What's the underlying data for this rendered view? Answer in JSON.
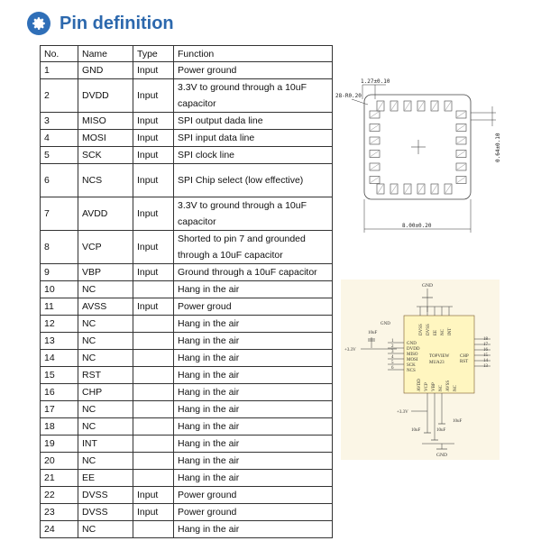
{
  "header": {
    "title": "Pin definition",
    "icon": "gear-icon"
  },
  "table": {
    "columns": [
      "No.",
      "Name",
      "Type",
      "Function"
    ],
    "rows": [
      {
        "no": "1",
        "name": "GND",
        "type": "Input",
        "func": "Power ground"
      },
      {
        "no": "2",
        "name": "DVDD",
        "type": "Input",
        "func": "3.3V to ground through a 10uF capacitor"
      },
      {
        "no": "3",
        "name": "MISO",
        "type": "Input",
        "func": "SPI output dada line"
      },
      {
        "no": "4",
        "name": "MOSI",
        "type": "Input",
        "func": "SPI input data line"
      },
      {
        "no": "5",
        "name": "SCK",
        "type": "Input",
        "func": "SPI clock line"
      },
      {
        "no": "6",
        "name": "NCS",
        "type": "Input",
        "func": "SPI Chip select (low effective)"
      },
      {
        "no": "7",
        "name": "AVDD",
        "type": "Input",
        "func": "3.3V to ground through a 10uF capacitor"
      },
      {
        "no": "8",
        "name": "VCP",
        "type": "Input",
        "func": "Shorted to pin 7 and grounded through a 10uF capacitor"
      },
      {
        "no": "9",
        "name": "VBP",
        "type": "Input",
        "func": "Ground through a 10uF capacitor"
      },
      {
        "no": "10",
        "name": "NC",
        "type": "",
        "func": "Hang in the air"
      },
      {
        "no": "11",
        "name": "AVSS",
        "type": "Input",
        "func": "Power groud"
      },
      {
        "no": "12",
        "name": "NC",
        "type": "",
        "func": "Hang in the air"
      },
      {
        "no": "13",
        "name": "NC",
        "type": "",
        "func": "Hang in the air"
      },
      {
        "no": "14",
        "name": "NC",
        "type": "",
        "func": "Hang in the air"
      },
      {
        "no": "15",
        "name": "RST",
        "type": "",
        "func": "Hang in the air"
      },
      {
        "no": "16",
        "name": "CHP",
        "type": "",
        "func": "Hang in the air"
      },
      {
        "no": "17",
        "name": "NC",
        "type": "",
        "func": "Hang in the air"
      },
      {
        "no": "18",
        "name": "NC",
        "type": "",
        "func": "Hang in the air"
      },
      {
        "no": "19",
        "name": "INT",
        "type": "",
        "func": "Hang in the air"
      },
      {
        "no": "20",
        "name": "NC",
        "type": "",
        "func": "Hang in the air"
      },
      {
        "no": "21",
        "name": "EE",
        "type": "",
        "func": "Hang in the air"
      },
      {
        "no": "22",
        "name": "DVSS",
        "type": "Input",
        "func": "Power ground"
      },
      {
        "no": "23",
        "name": "DVSS",
        "type": "Input",
        "func": "Power ground"
      },
      {
        "no": "24",
        "name": "NC",
        "type": "",
        "func": "Hang in the air"
      }
    ],
    "tall_rows": [
      "2",
      "6",
      "7",
      "8"
    ]
  },
  "package_drawing": {
    "dim_pitch": "1.27±0.10",
    "dim_pad": "28-R0.20",
    "dim_height": "0.64±0.10",
    "dim_width": "8.00±0.20"
  },
  "schematic": {
    "gnd_top": "GND",
    "gnd_left": "GND",
    "gnd_bottom": "GND",
    "cap_left": "10uF",
    "cap_bottom_left": "10uF",
    "cap_bottom_mid": "10uF",
    "cap_bottom_right": "10uF",
    "supply_left": "+3.3V",
    "supply_bottom": "+3.3V",
    "chip_name": "MUA23",
    "chip_view": "TOPVIEW",
    "left_pins": [
      "GND",
      "DVDD",
      "MISO",
      "MOSI",
      "SCK",
      "NCS"
    ],
    "left_pin_numbers": [
      "1",
      "2",
      "3",
      "4",
      "5",
      "6"
    ],
    "right_pins": [
      "CHP",
      "RST"
    ],
    "right_pin_numbers": [
      "18",
      "17",
      "16",
      "15",
      "14",
      "13"
    ],
    "top_pins": [
      "DVSS",
      "DVSS",
      "EE",
      "NC",
      "INT"
    ],
    "bottom_pins": [
      "AVDD",
      "VCP",
      "VBP",
      "NC",
      "AVSS",
      "NC"
    ]
  }
}
